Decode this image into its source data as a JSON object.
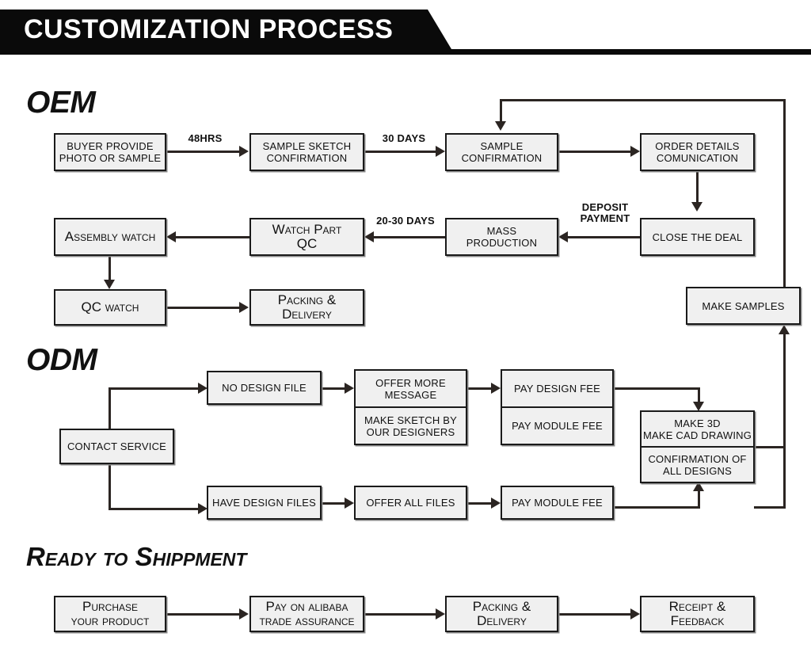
{
  "header": {
    "title": "CUSTOMIZATION PROCESS"
  },
  "sections": {
    "oem": {
      "title": "OEM"
    },
    "odm": {
      "title": "ODM"
    },
    "shipment": {
      "title": "Ready to Shippment"
    }
  },
  "oem": {
    "boxes": {
      "buyer_provide": "BUYER PROVIDE\nPHOTO OR SAMPLE",
      "sample_sketch": "SAMPLE SKETCH\nCONFIRMATION",
      "sample_confirmation": "SAMPLE\nCONFIRMATION",
      "order_details": "ORDER DETAILS\nCOMUNICATION",
      "close_the_deal": "CLOSE THE DEAL",
      "mass_production": "MASS\nPRODUCTION",
      "watch_part_qc": "Watch Part\nQC",
      "assembly_watch": "Assembly watch",
      "qc_watch": "QC watch",
      "packing_delivery": "Packing &\nDelivery",
      "make_samples": "MAKE SAMPLES"
    },
    "edge_labels": {
      "hrs_48": "48HRS",
      "days_30": "30 DAYS",
      "deposit_payment": "DEPOSIT\nPAYMENT",
      "days_20_30": "20-30 DAYS"
    }
  },
  "odm": {
    "boxes": {
      "contact_service": "CONTACT SERVICE",
      "no_design_file": "NO DESIGN FILE",
      "offer_more_message": "OFFER MORE\nMESSAGE",
      "make_sketch": "MAKE SKETCH BY\nOUR DESIGNERS",
      "pay_design_fee": "PAY DESIGN FEE",
      "pay_module_fee_top": "PAY MODULE FEE",
      "make_3d": "MAKE 3D\nMAKE CAD DRAWING",
      "confirmation_all_designs": "CONFIRMATION OF\nALL DESIGNS",
      "have_design_files": "HAVE DESIGN FILES",
      "offer_all_files": "OFFER ALL FILES",
      "pay_module_fee_bottom": "PAY MODULE FEE"
    }
  },
  "shipment": {
    "boxes": {
      "purchase": "Purchase\nyour product",
      "pay_alibaba": "Pay on alibaba\ntrade assurance",
      "packing_delivery": "Packing &\nDelivery",
      "receipt_feedback": "Receipt &\nFeedback"
    }
  },
  "colors": {
    "banner_bg": "#0a0a0a",
    "banner_text": "#ffffff",
    "box_fill": "#f0f0f0",
    "box_border": "#1a1a1a",
    "line": "#2b2522",
    "page_bg": "#ffffff"
  }
}
